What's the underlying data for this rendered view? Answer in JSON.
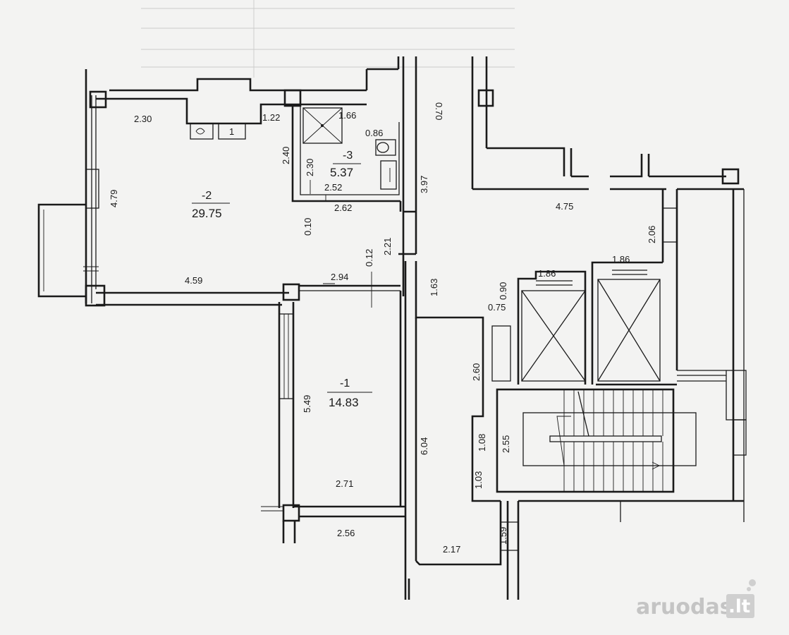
{
  "watermark": {
    "text": "aruodas",
    "suffix": ".lt"
  },
  "rooms": [
    {
      "number": "-2",
      "area": "29.75"
    },
    {
      "number": "-3",
      "area": "5.37"
    },
    {
      "number": "-1",
      "area": "14.83"
    }
  ],
  "dimensions": {
    "d_2_30_top": "2.30",
    "d_1_22": "1.22",
    "d_1_66": "1.66",
    "d_0_86": "0.86",
    "d_0_70": "0.70",
    "d_2_40": "2.40",
    "d_2_30_bath": "2.30",
    "d_2_52": "2.52",
    "d_2_62": "2.62",
    "d_3_97": "3.97",
    "d_4_79": "4.79",
    "d_0_10": "0.10",
    "d_2_21": "2.21",
    "d_0_12": "0.12",
    "d_4_59": "4.59",
    "d_2_94": "2.94",
    "d_1_63": "1.63",
    "d_5_49": "5.49",
    "d_6_04": "6.04",
    "d_2_71": "2.71",
    "d_2_56": "2.56",
    "d_2_17": "2.17",
    "d_1_59": "1.59",
    "d_1_03": "1.03",
    "d_1_08": "1.08",
    "d_2_55": "2.55",
    "d_2_60": "2.60",
    "d_0_75": "0.75",
    "d_0_90": "0.90",
    "d_1_86_left": "1.86",
    "d_1_86_right": "1.86",
    "d_2_06": "2.06",
    "d_4_75": "4.75"
  },
  "fixtures": {
    "stove_mark": "1"
  }
}
